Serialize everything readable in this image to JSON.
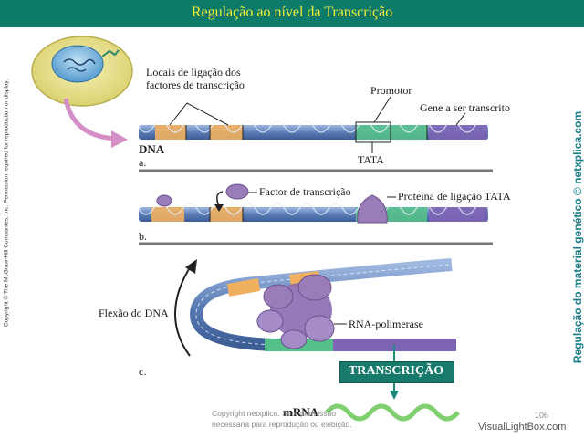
{
  "title": "Regulação ao nível da Transcrição",
  "labels": {
    "binding_sites": "Locais de ligação dos",
    "binding_sites_2": "factores de transcrição",
    "promoter": "Promotor",
    "gene": "Gene a ser transcrito",
    "dna": "DNA",
    "panel_a": "a.",
    "tata": "TATA",
    "transcription_factor": "Factor de transcrição",
    "tata_binding_protein": "Proteína de ligação TATA",
    "panel_b": "b.",
    "dna_bending": "Flexão do DNA",
    "rna_polymerase": "RNA-polimerase",
    "panel_c": "c.",
    "transcription": "TRANSCRIÇÃO",
    "mrna": "mRNA"
  },
  "side_copyright": "Copyright © The McGraw-Hill Companies, Inc. Permission required for reproduction or display.",
  "side_credit": "Regulação do material genético © netxplica.com",
  "footer": {
    "line1": "Copyright netxplica. Sem permissão",
    "line2": "necessária para reprodução ou exibição.",
    "page": "106"
  },
  "watermark": "VisualLightBox.com",
  "colors": {
    "title_bg": "#0e7a6a",
    "title_text": "#f3ef35",
    "dna_blue": "#6f8fc2",
    "site_orange": "#f0b060",
    "tata_green": "#55c08a",
    "gene_purple": "#7d64b4",
    "protein_purple": "#9a7cb8"
  }
}
